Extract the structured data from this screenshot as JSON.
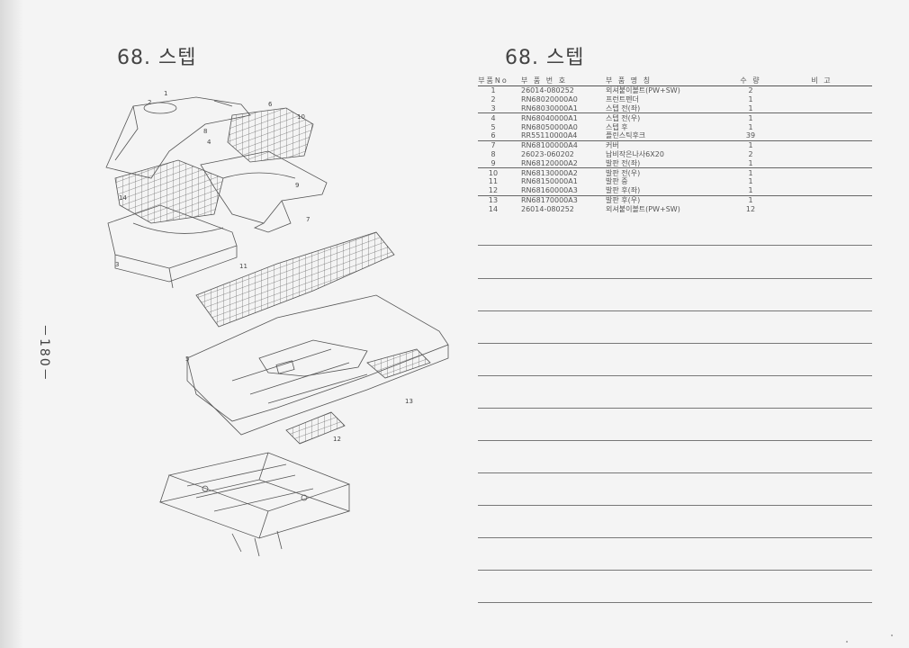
{
  "document": {
    "title_left": "68. 스텝",
    "title_right": "68. 스텝",
    "page_number": "－180－"
  },
  "diagram": {
    "callouts": [
      "1",
      "2",
      "3",
      "4",
      "5",
      "6",
      "7",
      "8",
      "9",
      "10",
      "11",
      "12",
      "13",
      "14"
    ]
  },
  "parts_table": {
    "headers": {
      "no": "부품No",
      "part_number": "부 품 번 호",
      "name": "부 품 명 칭",
      "qty": "수 량",
      "remarks": "비 고"
    },
    "rows": [
      {
        "no": "1",
        "part_number": "26014-080252",
        "name": "외셔붙이볼트(PW+SW)",
        "qty": "2",
        "remarks": ""
      },
      {
        "no": "2",
        "part_number": "RN68020000A0",
        "name": "프런트펜더",
        "qty": "1",
        "remarks": ""
      },
      {
        "no": "3",
        "part_number": "RN68030000A1",
        "name": "스텝 전(좌)",
        "qty": "1",
        "remarks": ""
      },
      {
        "no": "4",
        "part_number": "RN68040000A1",
        "name": "스텝 전(우)",
        "qty": "1",
        "remarks": ""
      },
      {
        "no": "5",
        "part_number": "RN68050000A0",
        "name": "스텝 후",
        "qty": "1",
        "remarks": ""
      },
      {
        "no": "6",
        "part_number": "RR55110000A4",
        "name": "플린스틱후크",
        "qty": "39",
        "remarks": ""
      },
      {
        "no": "7",
        "part_number": "RN68100000A4",
        "name": "커버",
        "qty": "1",
        "remarks": ""
      },
      {
        "no": "8",
        "part_number": "26023-060202",
        "name": "납비작은나사6X20",
        "qty": "2",
        "remarks": ""
      },
      {
        "no": "9",
        "part_number": "RN68120000A2",
        "name": "발판 전(좌)",
        "qty": "1",
        "remarks": ""
      },
      {
        "no": "10",
        "part_number": "RN68130000A2",
        "name": "발판 전(우)",
        "qty": "1",
        "remarks": ""
      },
      {
        "no": "11",
        "part_number": "RN68150000A1",
        "name": "발판 중",
        "qty": "1",
        "remarks": ""
      },
      {
        "no": "12",
        "part_number": "RN68160000A3",
        "name": "발판 후(좌)",
        "qty": "1",
        "remarks": ""
      },
      {
        "no": "13",
        "part_number": "RN68170000A3",
        "name": "발판 후(우)",
        "qty": "1",
        "remarks": ""
      },
      {
        "no": "14",
        "part_number": "26014-080252",
        "name": "외셔붙이볼트(PW+SW)",
        "qty": "12",
        "remarks": ""
      }
    ]
  }
}
